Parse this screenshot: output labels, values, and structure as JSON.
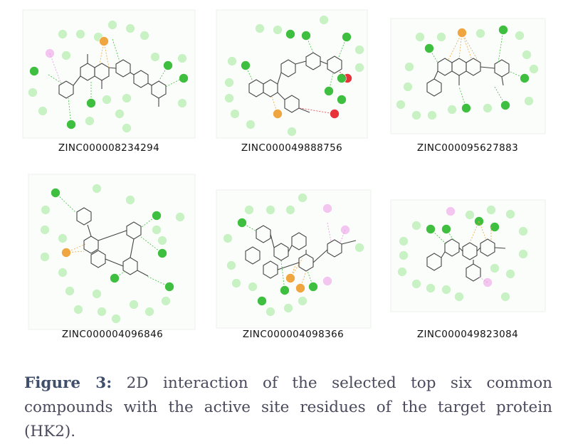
{
  "figure": {
    "panels": [
      {
        "id": "p1",
        "label": "ZINC000008234294",
        "bond_color": "#444444"
      },
      {
        "id": "p2",
        "label": "ZINC000049888756",
        "bond_color": "#444444"
      },
      {
        "id": "p3",
        "label": "ZINC000095627883",
        "bond_color": "#444444"
      },
      {
        "id": "p4",
        "label": "ZINC000004096846",
        "bond_color": "#444444"
      },
      {
        "id": "p5",
        "label": "ZINC000004098366",
        "bond_color": "#444444"
      },
      {
        "id": "p6",
        "label": "ZINC000049823084",
        "bond_color": "#444444"
      }
    ],
    "residue_colors": {
      "hbond": "#3fbf3f",
      "vdw": "#c9f2c4",
      "pi": "#f0a640",
      "unfavorable": "#e8333a",
      "alkyl": "#f3c6f0"
    }
  },
  "caption": {
    "label": "Figure 3:",
    "text": " 2D interaction of the selected top six common compounds with the active site residues of the target protein (HK2)."
  }
}
